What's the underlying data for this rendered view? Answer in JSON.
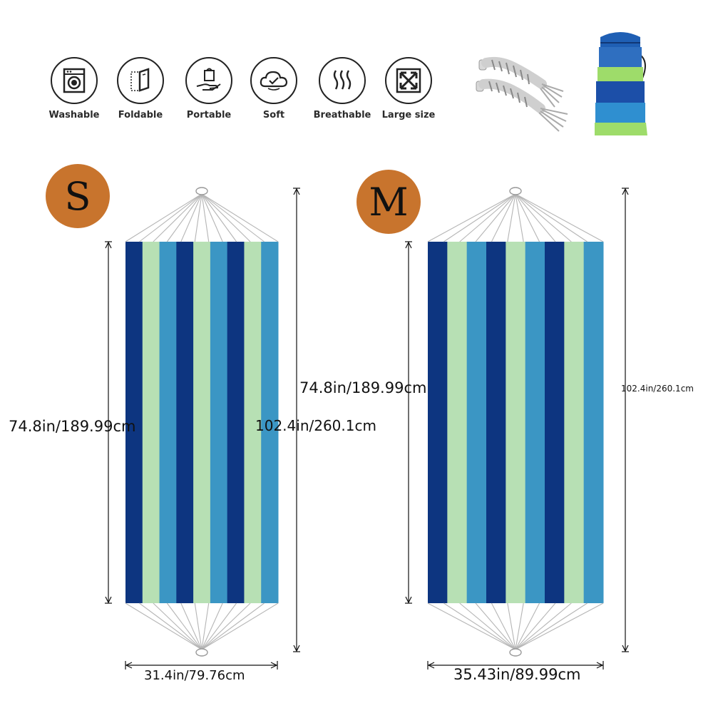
{
  "features": [
    {
      "label": "Washable",
      "icon": "washing-machine-icon"
    },
    {
      "label": "Foldable",
      "icon": "folding-icon"
    },
    {
      "label": "Portable",
      "icon": "hand-bag-icon"
    },
    {
      "label": "Soft",
      "icon": "cloud-check-icon"
    },
    {
      "label": "Breathable",
      "icon": "airflow-icon"
    },
    {
      "label": "Large size",
      "icon": "expand-arrows-icon"
    }
  ],
  "sizes": {
    "small": {
      "badge": "S",
      "bed_length": "74.8in/189.99cm",
      "total_length": "102.4in/260.1cm",
      "width": "31.4in/79.76cm"
    },
    "medium": {
      "badge": "M",
      "bed_length": "74.8in/189.99cm",
      "total_length": "102.4in/260.1cm",
      "width": "35.43in/89.99cm"
    }
  },
  "colors": {
    "navy": "#0d3580",
    "mint": "#b7e0b4",
    "sky": "#3b96c4",
    "badge": "#c8742d"
  },
  "accessories": [
    "tree-strap-rope-icon",
    "carry-bag-icon"
  ]
}
